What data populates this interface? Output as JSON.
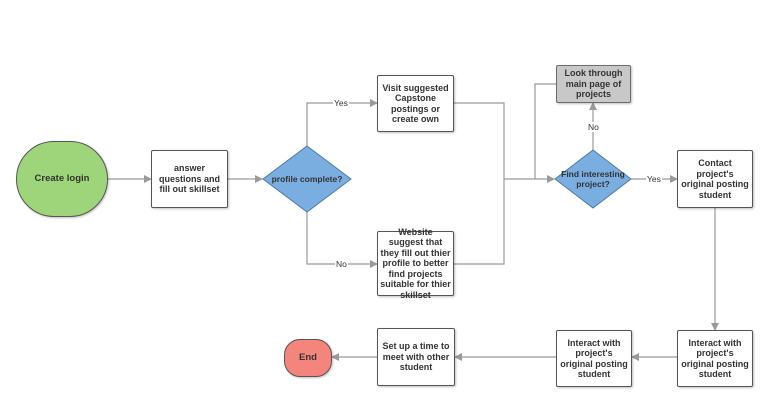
{
  "nodes": {
    "create_login": "Create login",
    "answer_questions": "answer questions and fill out skillset",
    "profile_complete": "profile complete?",
    "visit_suggested": "Visit suggested Capstone postings or create own",
    "website_suggest": "Website suggest that they fill out thier profile to better find projects suitable for thier skillset",
    "find_interesting": "Find interesting project?",
    "look_through": "Look through main page of projects",
    "contact_project": "Contact project's original posting student",
    "interact_right": "Interact with project's original posting student",
    "interact_middle": "Interact with project's original posting student",
    "set_up_time": "Set up a time to meet with  other student",
    "end": "End"
  },
  "edge_labels": {
    "yes_top": "Yes",
    "no_bottom": "No",
    "no_up": "No",
    "yes_right": "Yes"
  },
  "colors": {
    "start_fill": "#9fd57a",
    "end_fill": "#f4857c",
    "decision_fill": "#7aaee0",
    "gray_fill": "#c8c8c8",
    "line": "#9a9a9a"
  }
}
